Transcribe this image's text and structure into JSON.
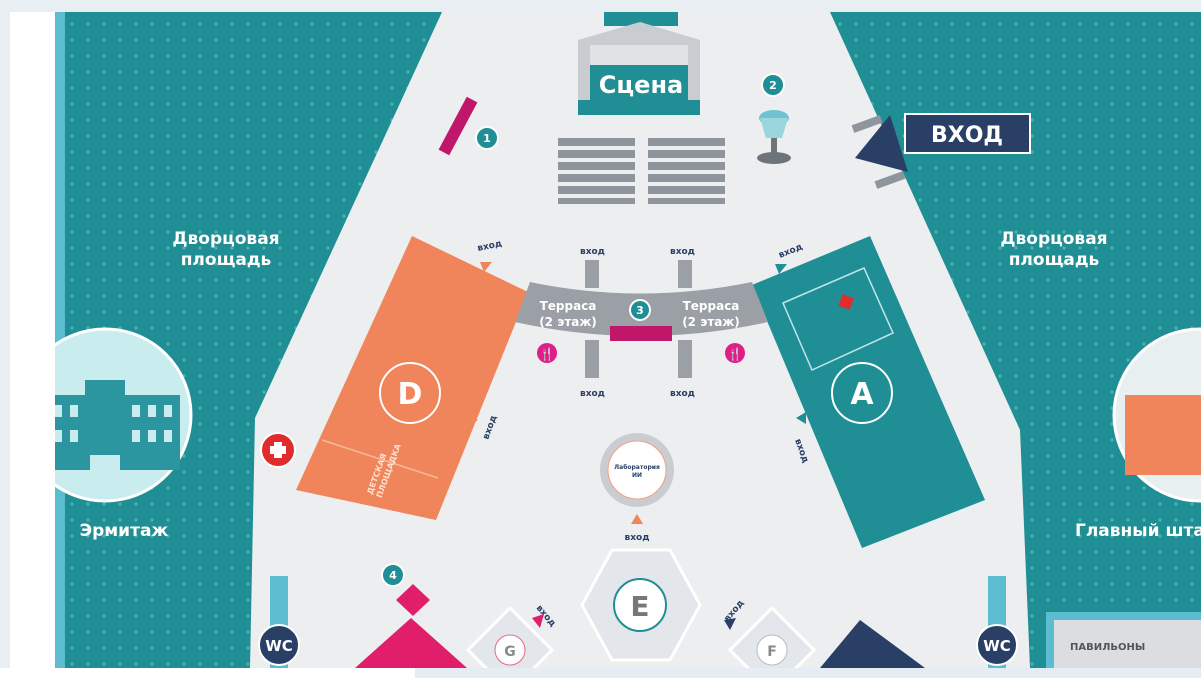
{
  "map": {
    "stage_label": "Сцена",
    "main_entry_label": "ВХОД",
    "palace_square_left": [
      "Дворцовая",
      "площадь"
    ],
    "palace_square_right": [
      "Дворцовая",
      "площадь"
    ],
    "hermitage_label": "Эрмитаж",
    "general_staff_label": "Главный шта",
    "terrace_left": [
      "Терраса",
      "(2 этаж)"
    ],
    "terrace_right": [
      "Терраса",
      "(2 этаж)"
    ],
    "entry_label": "вход",
    "pavilion_d": "D",
    "pavilion_a": "A",
    "pavilion_e": "E",
    "pavilion_g": "G",
    "pavilion_f": "F",
    "kids_area": [
      "ДЕТСКАЯ",
      "ПЛОЩАДКА"
    ],
    "lab_label": [
      "Лаборатория",
      "ИИ"
    ],
    "wc_label": "WC",
    "pavilions_legend": "ПАВИЛЬОНЫ",
    "markers": [
      "1",
      "2",
      "3",
      "4"
    ],
    "colors": {
      "teal": "#1f8f95",
      "plaza": "#eceef0",
      "orange": "#f0845a",
      "navy": "#2a3f66",
      "pink": "#e01e6a",
      "red": "#e02c2c"
    }
  }
}
